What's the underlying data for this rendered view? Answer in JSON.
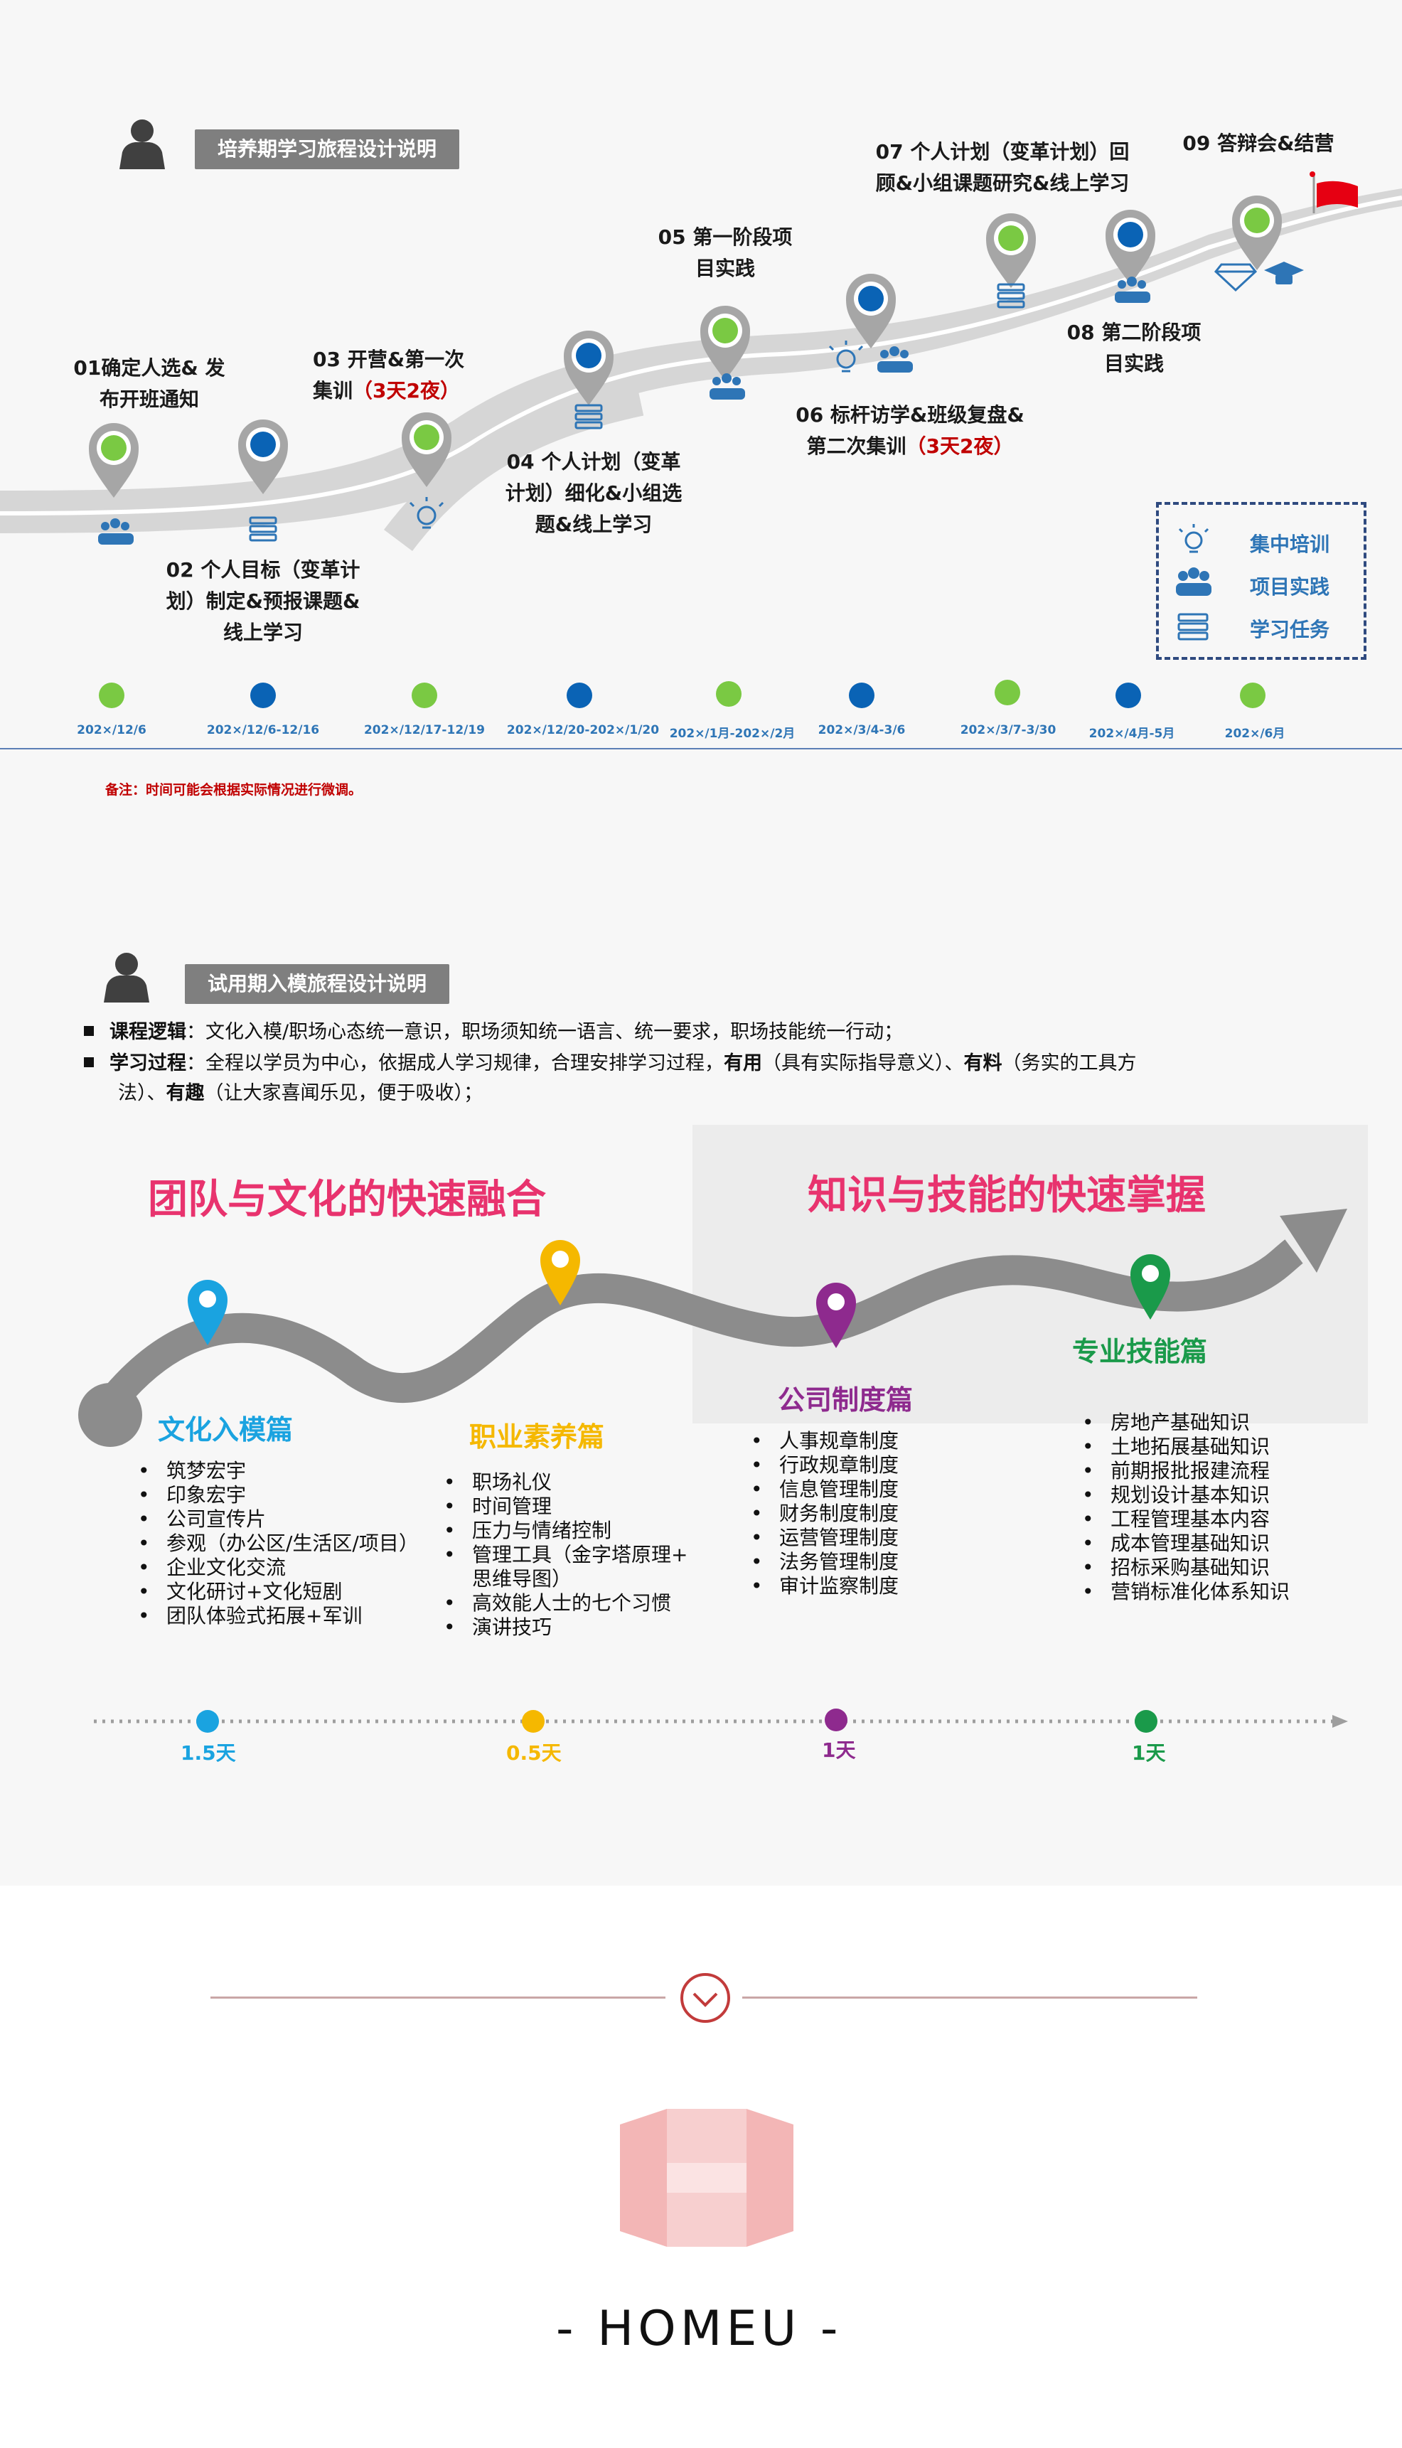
{
  "section1": {
    "header": "培养期学习旅程设计说明",
    "steps": [
      {
        "num": "01",
        "lines": [
          "01确定人选& 发",
          "布开班通知"
        ],
        "red": ""
      },
      {
        "num": "02",
        "lines": [
          "02 个人目标（变革计",
          "划）制定&预报课题&",
          "线上学习"
        ],
        "red": ""
      },
      {
        "num": "03",
        "lines": [
          "03 开营&第一次",
          "集训"
        ],
        "red": "（3天2夜）"
      },
      {
        "num": "04",
        "lines": [
          "04 个人计划（变革",
          "计划）细化&小组选",
          "题&线上学习"
        ],
        "red": ""
      },
      {
        "num": "05",
        "lines": [
          "05 第一阶段项",
          "目实践"
        ],
        "red": ""
      },
      {
        "num": "06",
        "lines": [
          "06 标杆访学&班级复盘&",
          "第二次集训"
        ],
        "red": "（3天2夜）"
      },
      {
        "num": "07",
        "lines": [
          "07 个人计划（变革计划）回",
          "顾&小组课题研究&线上学习"
        ],
        "red": ""
      },
      {
        "num": "08",
        "lines": [
          "08 第二阶段项",
          "目实践"
        ],
        "red": ""
      },
      {
        "num": "09",
        "lines": [
          "09 答辩会&结营"
        ],
        "red": ""
      }
    ],
    "dates": [
      "202×/12/6",
      "202×/12/6-12/16",
      "202×/12/17-12/19",
      "202×/12/20-202×/1/20",
      "202×/1月-202×/2月",
      "202×/3/4-3/6",
      "202×/3/7-3/30",
      "202×/4月-5月",
      "202×/6月"
    ],
    "legend": [
      "集中培训",
      "项目实践",
      "学习任务"
    ],
    "note": "备注：时间可能会根据实际情况进行微调。",
    "colors": {
      "green": "#7ac943",
      "blue": "#0a63b5",
      "road": "#d4d4d4"
    }
  },
  "section2": {
    "header": "试用期入模旅程设计说明",
    "logic_label": "课程逻辑",
    "logic_text": "：文化入模/职场心态统一意识，职场须知统一语言、统一要求，职场技能统一行动；",
    "process_label": "学习过程",
    "process_text_1": "：全程以学员为中心，依据成人学习规律，合理安排学习过程，",
    "process_b1": "有用",
    "process_text_2": "（具有实际指导意义）、",
    "process_b2": "有料",
    "process_text_3": "（务实的工具方",
    "process_text_4": "法）、",
    "process_b3": "有趣",
    "process_text_5": "（让大家喜闻乐见，便于吸收）；",
    "big_title_left": "团队与文化的快速融合",
    "big_title_right": "知识与技能的快速掌握",
    "categories": [
      {
        "title": "文化入模篇",
        "color": "#1aa3e0",
        "items": [
          "筑梦宏宇",
          "印象宏宇",
          "公司宣传片",
          "参观（办公区/生活区/项目）",
          "企业文化交流",
          "文化研讨+文化短剧",
          "团队体验式拓展+军训"
        ],
        "days": "1.5天"
      },
      {
        "title": "职业素养篇",
        "color": "#f5b800",
        "items": [
          "职场礼仪",
          "时间管理",
          "压力与情绪控制",
          "管理工具（金字塔原理+",
          "思维导图）",
          "高效能人士的七个习惯",
          "演讲技巧"
        ],
        "days": "0.5天"
      },
      {
        "title": "公司制度篇",
        "color": "#8e2a8e",
        "items": [
          "人事规章制度",
          "行政规章制度",
          "信息管理制度",
          "财务制度制度",
          "运营管理制度",
          "法务管理制度",
          "审计监察制度"
        ],
        "days": "1天"
      },
      {
        "title": "专业技能篇",
        "color": "#1a9a4a",
        "items": [
          "房地产基础知识",
          "土地拓展基础知识",
          "前期报批报建流程",
          "规划设计基本知识",
          "工程管理基本内容",
          "成本管理基础知识",
          "招标采购基础知识",
          "营销标准化体系知识"
        ],
        "days": "1天"
      }
    ]
  },
  "footer": {
    "logo_text": "- HOMEU -"
  }
}
